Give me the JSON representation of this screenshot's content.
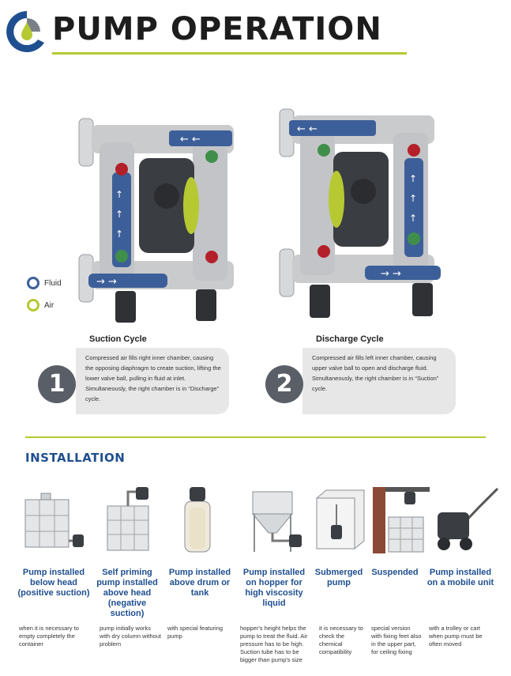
{
  "header": {
    "title": "PUMP OPERATION"
  },
  "colors": {
    "fluid": "#3d5f99",
    "air": "#b6c933",
    "accent_line": "#b6c933",
    "heading_blue": "#1f4f8f"
  },
  "legend": {
    "fluid": "Fluid",
    "air": "Air"
  },
  "cycles": [
    {
      "number": "1",
      "title": "Suction Cycle",
      "text": "Compressed air fills right inner chamber, causing the opposing diaphragm to create suction, lifting the lower valve ball, pulling in fluid at inlet. Simultaneously, the right chamber is in “Discharge” cycle."
    },
    {
      "number": "2",
      "title": "Discharge Cycle",
      "text": "Compressed air fills left inner chamber, causing upper valve ball to open and discharge fluid. Simultaneously, the right chamber is in “Suction” cycle."
    }
  ],
  "installation": {
    "title": "INSTALLATION",
    "items": [
      {
        "label": "Pump installed below head (positive suction)",
        "desc": "when it is necessary to empty completely the container"
      },
      {
        "label": "Self priming pump installed above head (negative suction)",
        "desc": "pump initially works with dry column without problem"
      },
      {
        "label": "Pump installed above drum or tank",
        "desc": "with special featuring pump"
      },
      {
        "label": "Pump installed on hopper for high viscosity liquid",
        "desc": "hopper's height helps the pump to treat the fluid. Air pressure has to be high. Suction tube has to be bigger than pump's size"
      },
      {
        "label": "Submerged pump",
        "desc": "it is necessary to check the chemical compatibility"
      },
      {
        "label": "Suspended",
        "desc": "special version with fixing feet also in the upper part, for ceiling fixing"
      },
      {
        "label": "Pump installed on a mobile unit",
        "desc": "with a trolley or cart when pump must be often moved"
      }
    ]
  }
}
